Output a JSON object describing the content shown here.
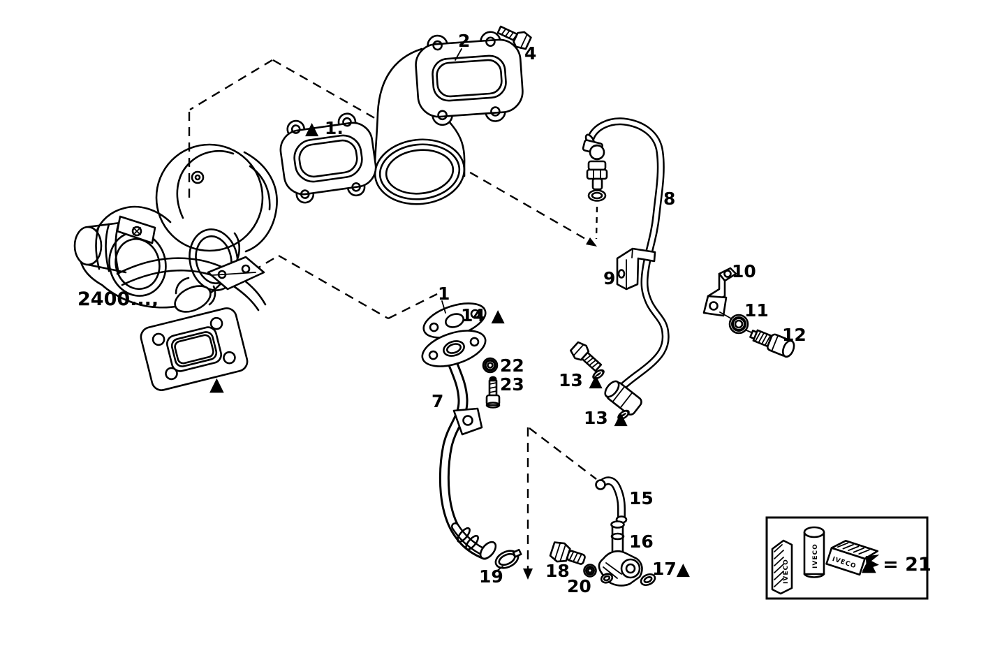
{
  "diagram": {
    "model_code": "2400...,",
    "gasket_marker": "▲",
    "legend": {
      "equation": "▲ = 21",
      "brand": "IVECO"
    },
    "callouts": {
      "c1_top": "▲ 1.",
      "c2": "2",
      "c4": "4",
      "c1_mid": "1",
      "c14": "14 ▲",
      "c22": "22",
      "c23": "23",
      "c7": "7",
      "c19": "19",
      "c15": "15",
      "c16": "16",
      "c17": "17▲",
      "c18": "18",
      "c20": "20",
      "c13_upper": "13 ▲",
      "c13_lower": "13 ▲",
      "c8": "8",
      "c9": "9",
      "c10": "10",
      "c11": "11",
      "c12": "12"
    }
  }
}
